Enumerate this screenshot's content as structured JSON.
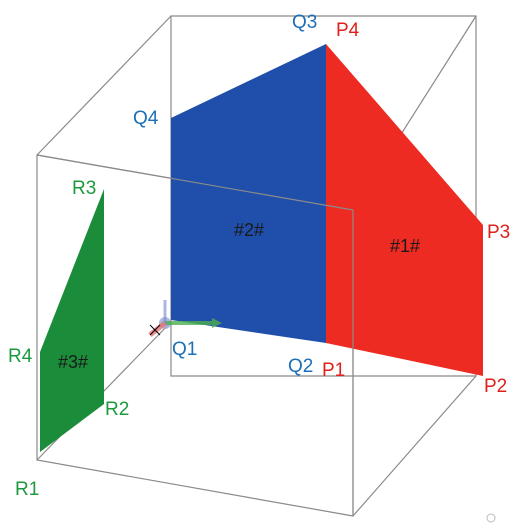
{
  "colors": {
    "p_face": "#ee2b22",
    "q_face": "#1f4faa",
    "r_face": "#1a8c3a",
    "p_label": "#e0201a",
    "q_label": "#1d6fb8",
    "r_label": "#1d9a3e",
    "edge": "#8a8a8a"
  },
  "faces": {
    "p": {
      "label": "#1#"
    },
    "q": {
      "label": "#2#"
    },
    "r": {
      "label": "#3#"
    }
  },
  "points": {
    "P1": "P1",
    "P2": "P2",
    "P3": "P3",
    "P4": "P4",
    "Q1": "Q1",
    "Q2": "Q2",
    "Q3": "Q3",
    "Q4": "Q4",
    "R1": "R1",
    "R2": "R2",
    "R3": "R3",
    "R4": "R4"
  }
}
